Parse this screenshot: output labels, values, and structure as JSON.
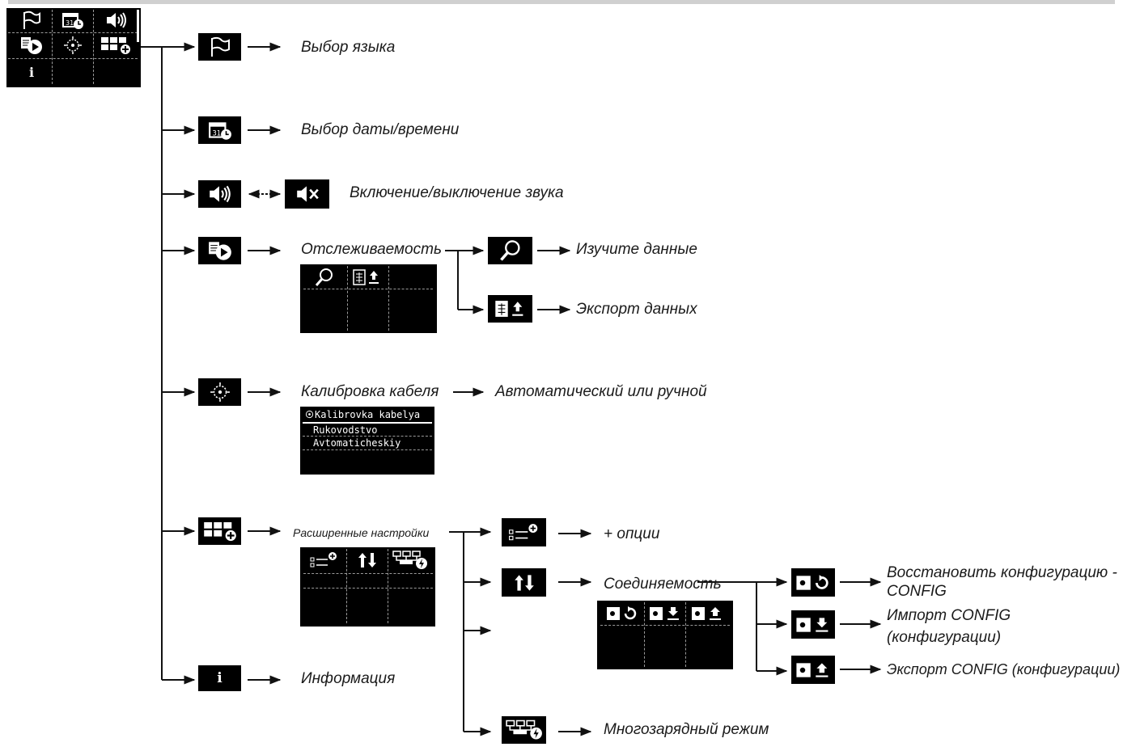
{
  "nodes": {
    "language": "Выбор языка",
    "datetime": "Выбор даты/времени",
    "sound": "Включение/выключение звука",
    "traceability": "Отслеживаемость",
    "review_data": "Изучите данные",
    "export_data": "Экспорт данных",
    "calibration": "Калибровка кабеля",
    "calibration_mode": "Автоматический или ручной",
    "advanced": "Расширенные настройки",
    "options": "+ опции",
    "connectivity": "Соединяемость",
    "restore_config": "Восстановить конфигурацию - CONFIG",
    "import_config": "Импорт CONFIG (конфигурации)",
    "export_config": "Экспорт CONFIG (конфигурации)",
    "multi_charge": "Многозарядный режим",
    "information": "Информация"
  },
  "calibration_screen": {
    "header": "Kalibrovka kabelya",
    "item1": "Rukovodstvo",
    "item2": "Avtomaticheskiy"
  },
  "icons": {
    "main_menu": [
      "flag-icon",
      "calendar-clock-icon",
      "speaker-icon",
      "trace-play-icon",
      "target-icon",
      "grid-plus-icon",
      "info-icon"
    ],
    "info_glyph": "i"
  }
}
